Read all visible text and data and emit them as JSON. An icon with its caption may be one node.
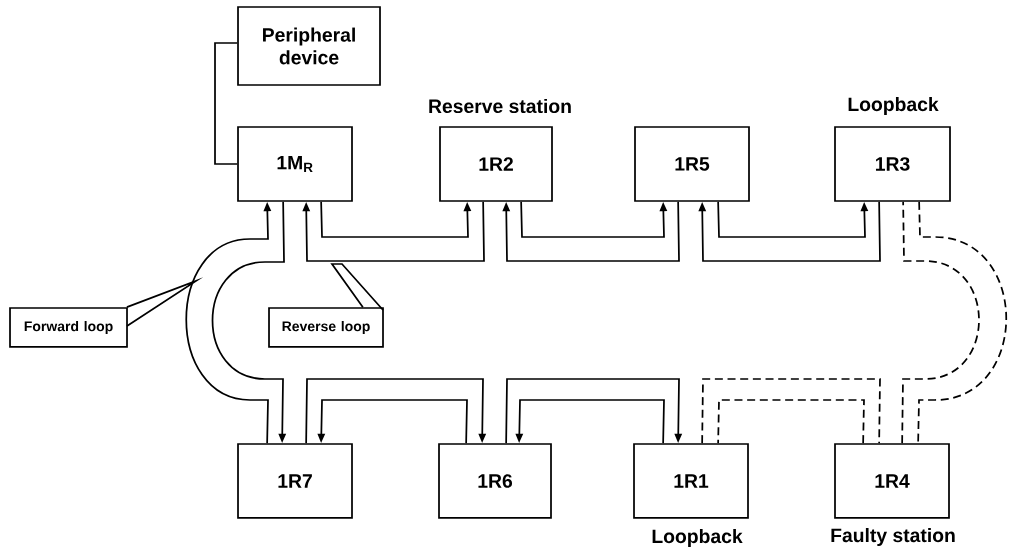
{
  "diagram": {
    "nodes": [
      {
        "text": [
          "Peripheral device"
        ]
      },
      {
        "text": [
          "1M$_{R}$"
        ]
      },
      {
        "text": [
          "1R2"
        ],
        "beside": [
          "Reserve station"
        ]
      },
      {
        "text": [
          "1R5"
        ]
      },
      {
        "text": [
          "1R3"
        ],
        "beside": [
          "Loopback"
        ]
      },
      {
        "text": [
          "1R7"
        ]
      },
      {
        "text": [
          "1R6"
        ]
      },
      {
        "text": [
          "1R1"
        ],
        "beside": [
          "Loopback"
        ]
      },
      {
        "text": [
          "1R4"
        ],
        "beside": [
          "Faulty station"
        ]
      },
      {
        "text": [
          "Forward loop"
        ]
      },
      {
        "text": [
          "Reverse loop"
        ]
      }
    ],
    "edges": [
      {
        "from": 0,
        "to": 1,
        "arrow": "none"
      },
      {
        "from": 1,
        "to": 2,
        "arrow": "to"
      },
      {
        "from": 2,
        "to": 3,
        "arrow": "to"
      },
      {
        "from": 3,
        "to": 4,
        "arrow": "to"
      },
      {
        "from": 4,
        "to": 8,
        "arrow": "none",
        "style": "dashed"
      },
      {
        "from": 8,
        "to": 7,
        "arrow": "none",
        "style": "dashed"
      },
      {
        "from": 7,
        "to": 6,
        "arrow": "to"
      },
      {
        "from": 6,
        "to": 5,
        "arrow": "to"
      },
      {
        "from": 5,
        "to": 1,
        "arrow": "to"
      },
      {
        "from": 1,
        "to": 5,
        "arrow": "to"
      },
      {
        "from": 5,
        "to": 6,
        "arrow": "to"
      },
      {
        "from": 6,
        "to": 7,
        "arrow": "to"
      },
      {
        "from": 7,
        "to": 8,
        "arrow": "none",
        "style": "dashed"
      },
      {
        "from": 8,
        "to": 4,
        "arrow": "none",
        "style": "dashed"
      },
      {
        "from": 4,
        "to": 3,
        "arrow": "to"
      },
      {
        "from": 3,
        "to": 2,
        "arrow": "to"
      },
      {
        "from": 2,
        "to": 1,
        "arrow": "to"
      },
      {
        "from": 9,
        "to": null,
        "arrow": "none"
      },
      {
        "from": 10,
        "to": null,
        "arrow": "none"
      }
    ]
  }
}
